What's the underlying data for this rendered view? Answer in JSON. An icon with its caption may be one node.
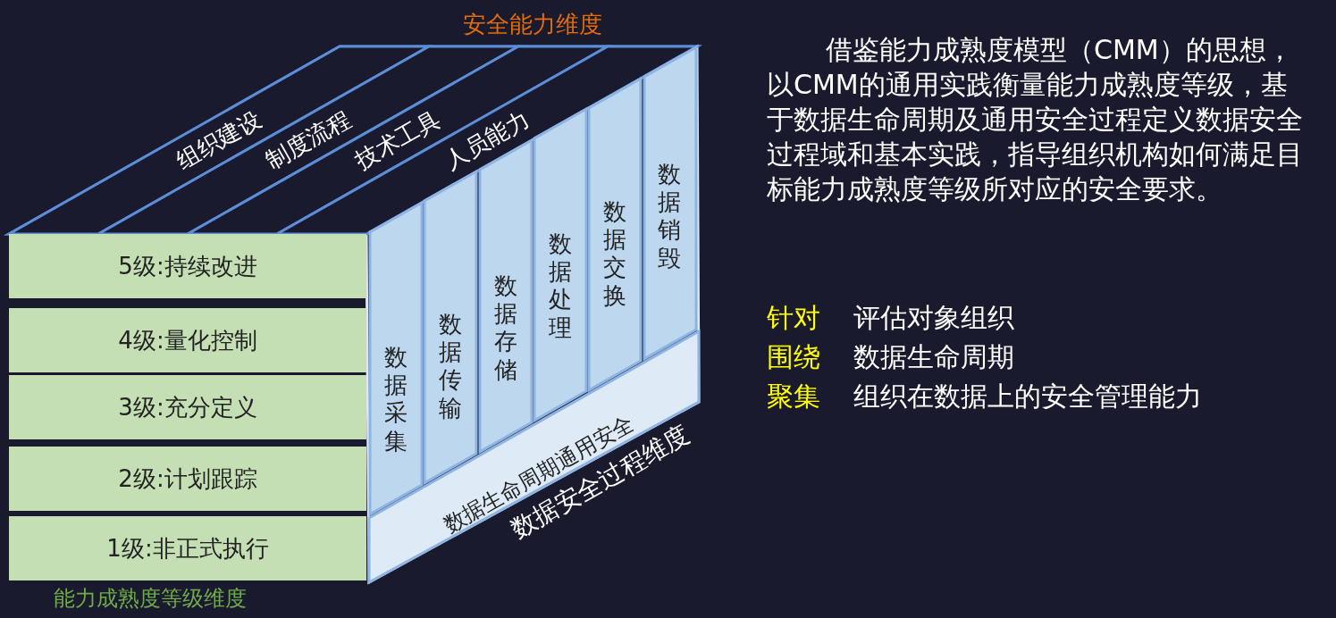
{
  "diagram": {
    "title": "安全能力维度",
    "nodes": [
      {
        "text": [
          "组织建设"
        ]
      },
      {
        "text": [
          "制度流程"
        ]
      },
      {
        "text": [
          "技术工具"
        ]
      },
      {
        "text": [
          "人员能力"
        ]
      },
      {
        "text": [
          "5级:持续改进"
        ]
      },
      {
        "text": [
          "4级:量化控制"
        ]
      },
      {
        "text": [
          "3级:充分定义"
        ]
      },
      {
        "text": [
          "2级:计划跟踪"
        ]
      },
      {
        "text": [
          "1级:非正式执行"
        ]
      },
      {
        "text": [
          "数据采集"
        ]
      },
      {
        "text": [
          "数据传输"
        ]
      },
      {
        "text": [
          "数据存储"
        ]
      },
      {
        "text": [
          "数据处理"
        ]
      },
      {
        "text": [
          "数据交换"
        ]
      },
      {
        "text": [
          "数据销毁"
        ]
      },
      {
        "text": [
          "数据生命周期通用安全"
        ]
      }
    ],
    "edges": [],
    "labels": [
      "借鉴能力成熟度模型（CMM）的思想，以CMM的通用实践衡量能力成熟度等级，基于数据生命周期及通用安全过程定义数据安全过程域和基本实践，指导组织机构如何满足目标能力成熟度等级所对应的安全要求。",
      "针对",
      "评估对象组织",
      "围绕",
      "数据生命周期",
      "聚集",
      "组织在数据上的安全管理能力",
      "数据安全过程维度",
      "能力成熟度等级维度"
    ]
  }
}
